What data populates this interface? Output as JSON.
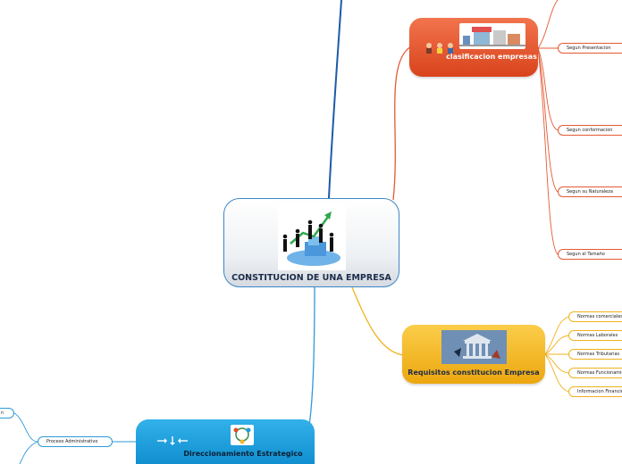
{
  "central": {
    "title": "CONSTITUCION DE UNA EMPRESA",
    "image_icon": "business-team-growth-icon"
  },
  "topics": {
    "clasificacion": {
      "title": "clasificacion empresas",
      "image_icon": "market-stalls-icon",
      "people_icon": "three-people-icon",
      "color": "#e04e27",
      "subtopics": [
        "Segun Presentacion",
        "Segun conformacion",
        "Segun su  Naturaleza",
        "Segun el Tamaño"
      ]
    },
    "requisitos": {
      "title": "Requisitos constitucion Empresa",
      "image_icon": "bank-building-icon",
      "color": "#f5b82a",
      "subtopics": [
        "Normas comerciales",
        "Normas Laborales",
        "Normas Tributarias",
        "Normas  Funcionamiento",
        "Informacion Financiera"
      ]
    },
    "direccionamiento": {
      "title": "Direccionamiento Estrategico",
      "image_icon": "strategy-diagram-icon",
      "arrows_icon": "direction-arrows-icon",
      "color": "#1d9edd",
      "subtopics": [
        "Proceso Administrativo",
        "n"
      ]
    }
  },
  "colors": {
    "central_border": "#3b86c8",
    "link_top": "#1e5aa8",
    "link_orange": "#e45a34",
    "link_yellow": "#f0b21e",
    "link_blue": "#2d9ad9"
  }
}
